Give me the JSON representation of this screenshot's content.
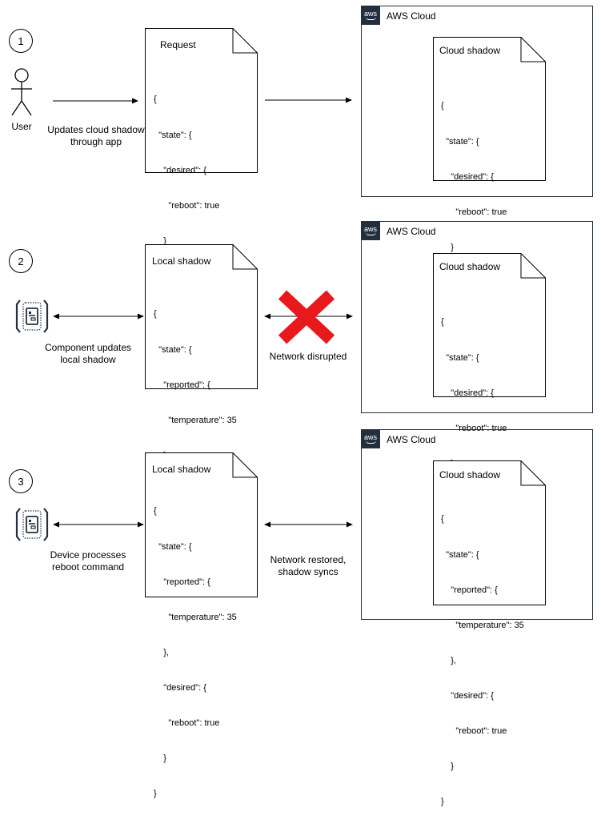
{
  "steps": [
    {
      "number": "1",
      "actor_label": "User",
      "action_label_line1": "Updates cloud shadow",
      "action_label_line2": "through app",
      "doc": {
        "title": "Request",
        "lines": [
          "{",
          "  \"state\": {",
          "    \"desired\": {",
          "      \"reboot\": true",
          "    }",
          "  }",
          "}"
        ]
      },
      "cloud": {
        "label": "AWS Cloud",
        "doc": {
          "title": "Cloud shadow",
          "lines": [
            "{",
            "  \"state\": {",
            "    \"desired\": {",
            "      \"reboot\": true",
            "    }",
            "  }",
            "}"
          ]
        }
      }
    },
    {
      "number": "2",
      "action_label_line1": "Component updates",
      "action_label_line2": "local shadow",
      "network_label": "Network disrupted",
      "doc": {
        "title": "Local shadow",
        "lines": [
          "{",
          "  \"state\": {",
          "    \"reported\": {",
          "      \"temperature\": 35",
          "    }",
          "  }",
          "}"
        ]
      },
      "cloud": {
        "label": "AWS Cloud",
        "doc": {
          "title": "Cloud shadow",
          "lines": [
            "{",
            "  \"state\": {",
            "    \"desired\": {",
            "      \"reboot\": true",
            "    }",
            "  }",
            "}"
          ]
        }
      }
    },
    {
      "number": "3",
      "action_label_line1": "Device processes",
      "action_label_line2": "reboot command",
      "network_label_line1": "Network restored,",
      "network_label_line2": "shadow syncs",
      "doc": {
        "title": "Local shadow",
        "lines": [
          "{",
          "  \"state\": {",
          "    \"reported\": {",
          "      \"temperature\": 35",
          "    },",
          "    \"desired\": {",
          "      \"reboot\": true",
          "    }",
          "}"
        ]
      },
      "cloud": {
        "label": "AWS Cloud",
        "doc": {
          "title": "Cloud shadow",
          "lines": [
            "{",
            "  \"state\": {",
            "    \"reported\": {",
            "      \"temperature\": 35",
            "    },",
            "    \"desired\": {",
            "      \"reboot\": true",
            "    }",
            "}"
          ]
        }
      }
    }
  ],
  "icons": {
    "aws_badge": "aws-logo-icon",
    "actor": "user-stick-figure-icon",
    "component": "iot-component-icon",
    "disrupted": "red-x-icon"
  },
  "colors": {
    "aws_dark": "#232f3e",
    "disrupted_red": "#e8191c"
  }
}
